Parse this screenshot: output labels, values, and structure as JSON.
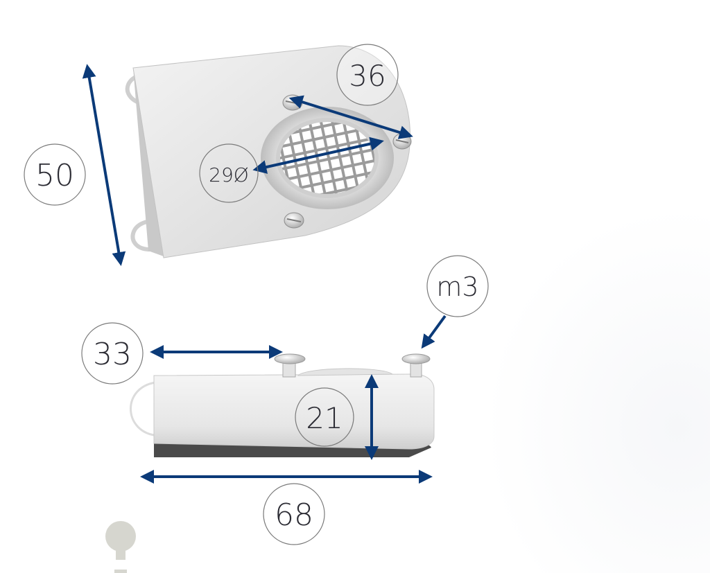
{
  "colors": {
    "arrow": "#0b3a78",
    "circle_stroke": "#7a7a7a",
    "label": "#2b2b33",
    "body_light": "#ececec",
    "body_mid": "#d6d6d6",
    "body_dark": "#4a4a4a",
    "grille": "#ffffff"
  },
  "dimensions": {
    "height_top_view": "50",
    "screw_spacing": "36",
    "grille_diameter": "29Ø",
    "screw_to_edge": "33",
    "thread": "m3",
    "body_height": "21",
    "overall_length": "68"
  },
  "icons": {
    "screw": "screw-head-icon",
    "grille": "ventilation-grille-icon",
    "clip": "wire-clip-icon",
    "pin": "pin-icon"
  }
}
